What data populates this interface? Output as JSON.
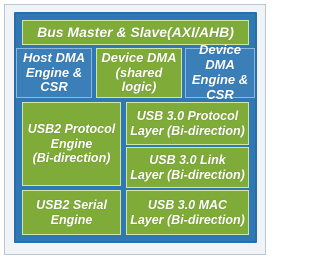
{
  "diagram": {
    "blocks": [
      {
        "id": "bus-master-slave",
        "text": "Bus Master & Slave(AXI/AHB)",
        "color": "#7fab38"
      },
      {
        "id": "host-dma",
        "text": "Host DMA\nEngine & CSR",
        "color": "#3b7fb9"
      },
      {
        "id": "device-dma-shared",
        "text": "Device DMA\n(shared logic)",
        "color": "#7fab38"
      },
      {
        "id": "device-dma-engine",
        "text": "Device DMA\nEngine & CSR",
        "color": "#3b7fb9"
      },
      {
        "id": "usb2-protocol",
        "text": "USB2 Protocol\nEngine\n(Bi-direction)",
        "color": "#7fab38"
      },
      {
        "id": "usb3-protocol",
        "text": "USB 3.0 Protocol\nLayer (Bi-direction)",
        "color": "#7fab38"
      },
      {
        "id": "usb3-link",
        "text": "USB 3.0 Link\nLayer (Bi-direction)",
        "color": "#7fab38"
      },
      {
        "id": "usb2-serial",
        "text": "USB2 Serial\nEngine",
        "color": "#7fab38"
      },
      {
        "id": "usb3-mac",
        "text": "USB 3.0 MAC\nLayer (Bi-direction)",
        "color": "#7fab38"
      }
    ]
  }
}
